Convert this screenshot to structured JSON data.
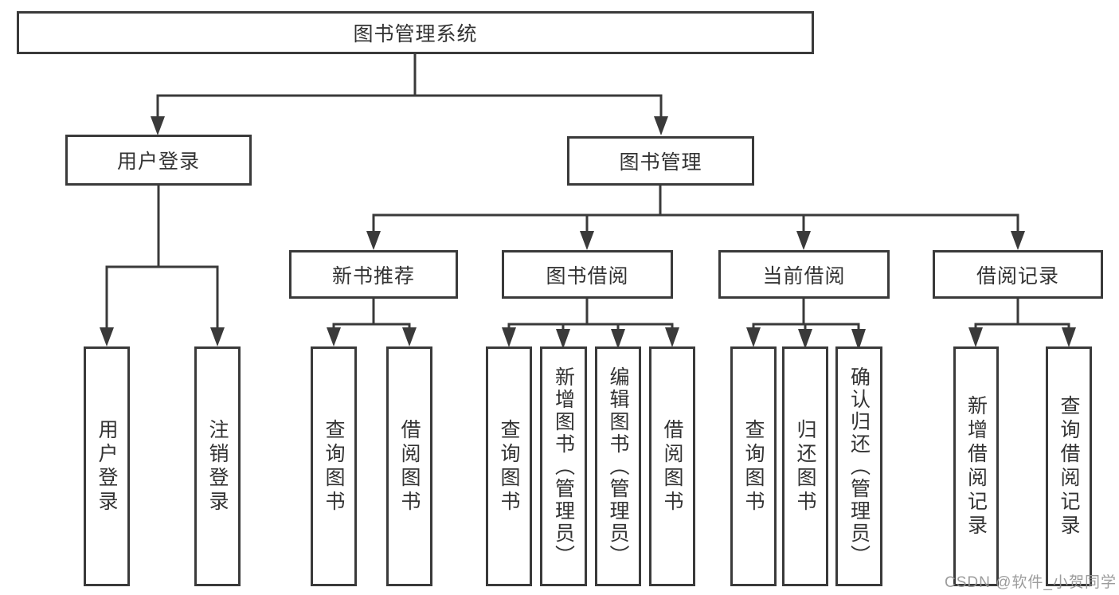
{
  "page": {
    "background_color": "#ffffff",
    "line_color": "#3a3a3a",
    "text_color": "#333333"
  },
  "diagram": {
    "root": {
      "label": "图书管理系统"
    },
    "level2": [
      {
        "label": "用户登录",
        "children": [
          {
            "label": "用户登录"
          },
          {
            "label": "注销登录"
          }
        ]
      },
      {
        "label": "图书管理",
        "children": [
          {
            "label": "新书推荐",
            "children": [
              {
                "label": "查询图书"
              },
              {
                "label": "借阅图书"
              }
            ]
          },
          {
            "label": "图书借阅",
            "children": [
              {
                "label": "查询图书"
              },
              {
                "label": "新增图书（管理员）"
              },
              {
                "label": "编辑图书（管理员）"
              },
              {
                "label": "借阅图书"
              }
            ]
          },
          {
            "label": "当前借阅",
            "children": [
              {
                "label": "查询图书"
              },
              {
                "label": "归还图书"
              },
              {
                "label": "确认归还（管理员）"
              }
            ]
          },
          {
            "label": "借阅记录",
            "children": [
              {
                "label": "新增借阅记录"
              },
              {
                "label": "查询借阅记录"
              }
            ]
          }
        ]
      }
    ]
  },
  "watermark": {
    "text": "CSDN @软件_小贺同学",
    "color": "#949494"
  }
}
